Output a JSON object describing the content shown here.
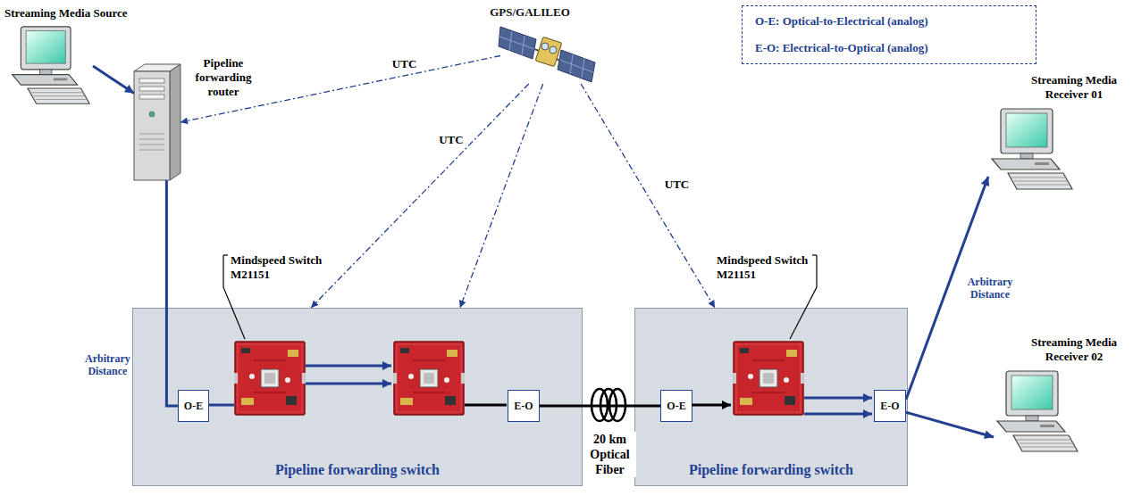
{
  "diagram": {
    "nodes": [
      {
        "text": [
          "Streaming Media Source"
        ]
      },
      {
        "text": [
          "Pipeline forwarding router"
        ]
      },
      {
        "text": [
          "GPS/GALILEO"
        ]
      },
      {
        "text": [
          "Pipeline forwarding switch"
        ]
      },
      {
        "text": [
          "O-E"
        ],
        "in": 3
      },
      {
        "text": [
          "E-O"
        ],
        "in": 3
      },
      {
        "text": [
          "Pipeline forwarding switch"
        ]
      },
      {
        "text": [
          "O-E"
        ],
        "in": 6
      },
      {
        "text": [
          "E-O"
        ],
        "in": 6
      },
      {
        "text": [
          "Streaming Media Receiver 01"
        ]
      },
      {
        "text": [
          "Streaming Media Receiver 02"
        ]
      }
    ],
    "edges": [
      {
        "from": 0,
        "to": 1,
        "arrow": "to"
      },
      {
        "from": 2,
        "to": 1,
        "arrow": "to",
        "label": "UTC"
      },
      {
        "from": 2,
        "to": 3,
        "arrow": "to",
        "label": "UTC"
      },
      {
        "from": 2,
        "to": 3,
        "arrow": "to"
      },
      {
        "from": 2,
        "to": 6,
        "arrow": "to",
        "label": "UTC"
      },
      {
        "from": 1,
        "to": 4,
        "arrow": "none",
        "label": "Arbitrary Distance"
      },
      {
        "from": 5,
        "to": 7,
        "arrow": "none",
        "label": "20 km Optical Fiber"
      },
      {
        "from": 8,
        "to": 9,
        "arrow": "to",
        "label": "Arbitrary Distance"
      },
      {
        "from": 8,
        "to": 10,
        "arrow": "to"
      }
    ],
    "labels": [
      "Mindspeed Switch M21151",
      "Mindspeed Switch M21151"
    ],
    "legend": [
      {
        "text": "O-E: Optical-to-Electrical (analog)"
      },
      {
        "text": "E-O: Electrical-to-Optical (analog)"
      }
    ]
  }
}
